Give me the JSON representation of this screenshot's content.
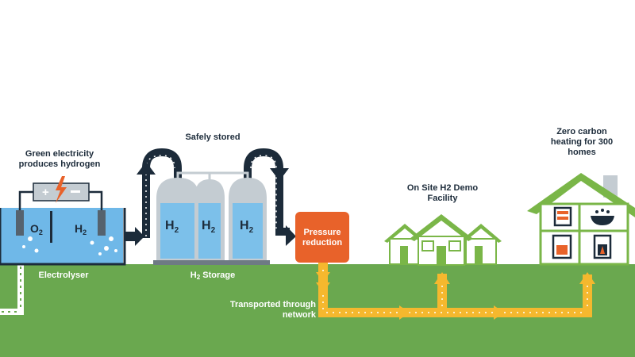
{
  "labels": {
    "green_electricity": "Green electricity produces hydrogen",
    "electrolyser": "Electrolyser",
    "safely_stored": "Safely stored",
    "h2_storage": "H",
    "h2_storage_sub": "2",
    "h2_storage_rest": " Storage",
    "pressure_reduction": "Pressure reduction",
    "on_site": "On Site H2 Demo Facility",
    "zero_carbon": "Zero carbon heating for 300 homes",
    "transported": "Transported through network"
  },
  "tank_labels": {
    "o2": "O",
    "h2": "H",
    "sub": "2"
  },
  "colors": {
    "grass": "#6aa84f",
    "water": "#6fb8e8",
    "pipe": "#1c2b3a",
    "gas_flow": "#f5b82e",
    "pressure_box": "#e8622a",
    "house_green": "#7ab648",
    "cylinder_fill": "#7cc0ea",
    "cylinder_top": "#c4ccd2"
  }
}
